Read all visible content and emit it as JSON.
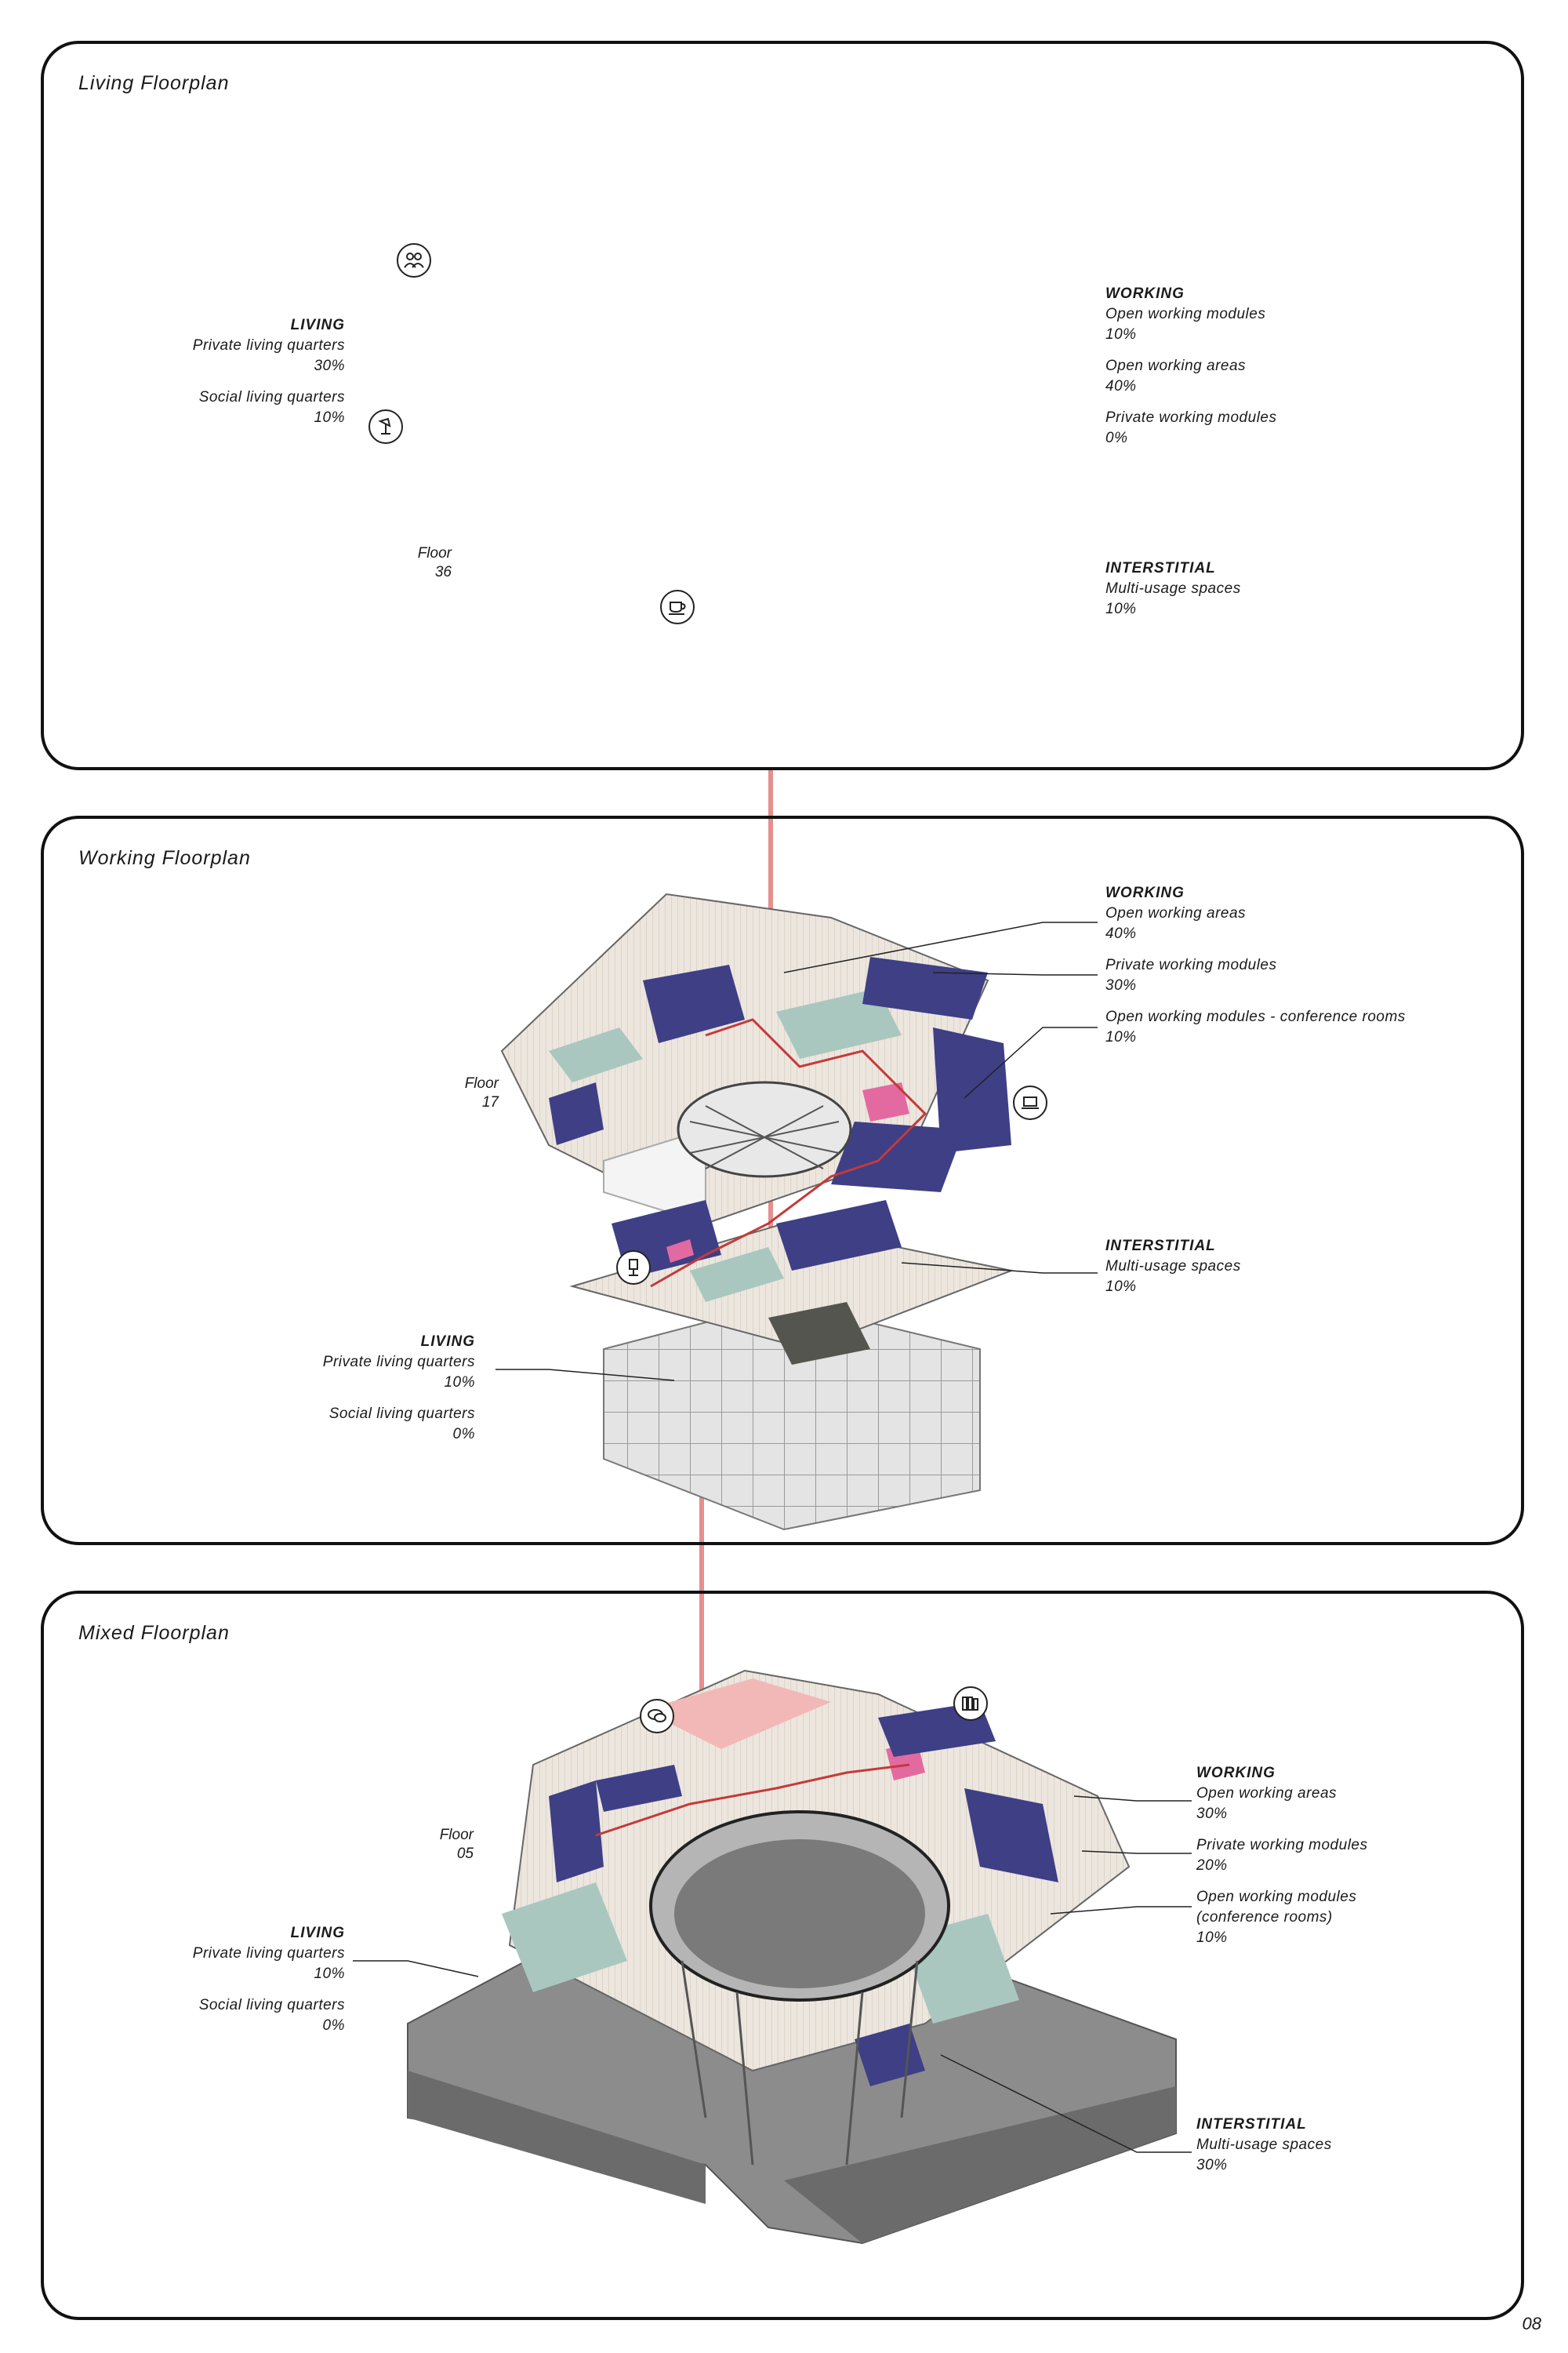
{
  "page_number": "08",
  "panels": [
    {
      "title": "Living Floorplan",
      "floor": {
        "label": "Floor",
        "number": "36"
      },
      "groups": [
        {
          "heading": "LIVING",
          "items": [
            {
              "name": "Private living quarters",
              "value": "30%"
            },
            {
              "name": "Social living quarters",
              "value": "10%"
            }
          ]
        },
        {
          "heading": "WORKING",
          "items": [
            {
              "name": "Open working modules",
              "value": "10%"
            },
            {
              "name": "Open working areas",
              "value": "40%"
            },
            {
              "name": "Private working modules",
              "value": "0%"
            }
          ]
        },
        {
          "heading": "INTERSTITIAL",
          "items": [
            {
              "name": "Multi-usage spaces",
              "value": "10%"
            }
          ]
        }
      ]
    },
    {
      "title": "Working Floorplan",
      "floor": {
        "label": "Floor",
        "number": "17"
      },
      "groups": [
        {
          "heading": "WORKING",
          "items": [
            {
              "name": "Open working areas",
              "value": "40%"
            },
            {
              "name": "Private working modules",
              "value": "30%"
            },
            {
              "name": "Open working modules - conference rooms",
              "value": "10%"
            }
          ]
        },
        {
          "heading": "INTERSTITIAL",
          "items": [
            {
              "name": "Multi-usage spaces",
              "value": "10%"
            }
          ]
        },
        {
          "heading": "LIVING",
          "items": [
            {
              "name": "Private living quarters",
              "value": "10%"
            },
            {
              "name": "Social living quarters",
              "value": "0%"
            }
          ]
        }
      ]
    },
    {
      "title": "Mixed Floorplan",
      "floor": {
        "label": "Floor",
        "number": "05"
      },
      "groups": [
        {
          "heading": "WORKING",
          "items": [
            {
              "name": "Open working areas",
              "value": "30%"
            },
            {
              "name": "Private working modules",
              "value": "20%"
            },
            {
              "name": "Open working modules",
              "name2": "(conference rooms)",
              "value": "10%"
            }
          ]
        },
        {
          "heading": "LIVING",
          "items": [
            {
              "name": "Private living quarters",
              "value": "10%"
            },
            {
              "name": "Social living quarters",
              "value": "0%"
            }
          ]
        },
        {
          "heading": "INTERSTITIAL",
          "items": [
            {
              "name": "Multi-usage spaces",
              "value": "30%"
            }
          ]
        }
      ]
    }
  ],
  "colors": {
    "living": "#f2b8b8",
    "working_modules": "#3f3f86",
    "open_working": "#ece6de",
    "interstitial": "#a9c7bf",
    "link_line": "#e58f8f",
    "structure": "#8a8a8a"
  },
  "icons": [
    "people-icon",
    "lamp-icon",
    "coffee-cup-icon",
    "laptop-icon",
    "chair-icon",
    "chat-bubble-icon",
    "books-icon"
  ]
}
